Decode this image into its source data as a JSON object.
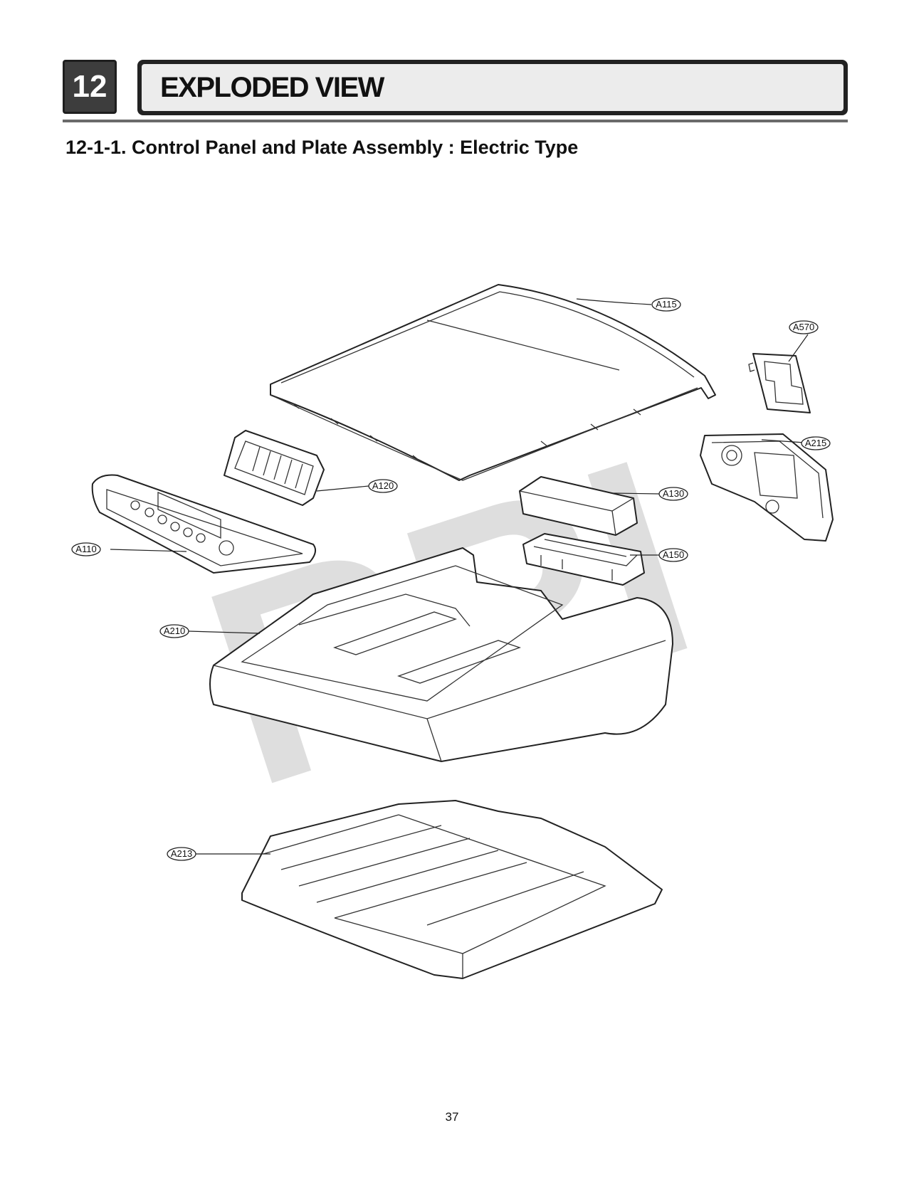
{
  "header": {
    "chapter_number": "12",
    "title": "EXPLODED VIEW"
  },
  "section_title": "12-1-1. Control Panel and Plate Assembly : Electric Type",
  "watermark": "RPI",
  "callouts": {
    "A115": "A115",
    "A570": "A570",
    "A215": "A215",
    "A120": "A120",
    "A130": "A130",
    "A110": "A110",
    "A150": "A150",
    "A210": "A210",
    "A213": "A213"
  },
  "page_number": "37"
}
